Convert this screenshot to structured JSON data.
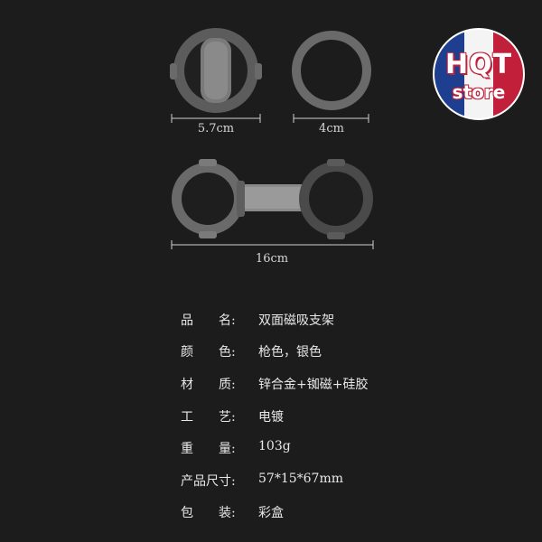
{
  "dimensions": {
    "single_width": "5.7cm",
    "ring_width": "4cm",
    "total_length": "16cm"
  },
  "specs": [
    {
      "label": "品　　名:",
      "value": "双面磁吸支架"
    },
    {
      "label": "颜　　色:",
      "value": "枪色，银色"
    },
    {
      "label": "材　　质:",
      "value": "锌合金+铷磁+硅胶"
    },
    {
      "label": "工　　艺:",
      "value": "电镀"
    },
    {
      "label": "重　　量:",
      "value": "103g"
    },
    {
      "label": "产品尺寸:",
      "value": "57*15*67mm"
    },
    {
      "label": "包　　装:",
      "value": "彩盒"
    }
  ],
  "logo": {
    "top_text": "HQT",
    "bottom_text": "store",
    "colors": [
      "#1e3f8f",
      "#ffffff",
      "#c2203a"
    ]
  },
  "colors": {
    "background": "#1c1c1c",
    "ring_gray": "#5a5a5a",
    "ring_dark": "#2a2a2a",
    "ring_light": "#8c8c8c"
  }
}
